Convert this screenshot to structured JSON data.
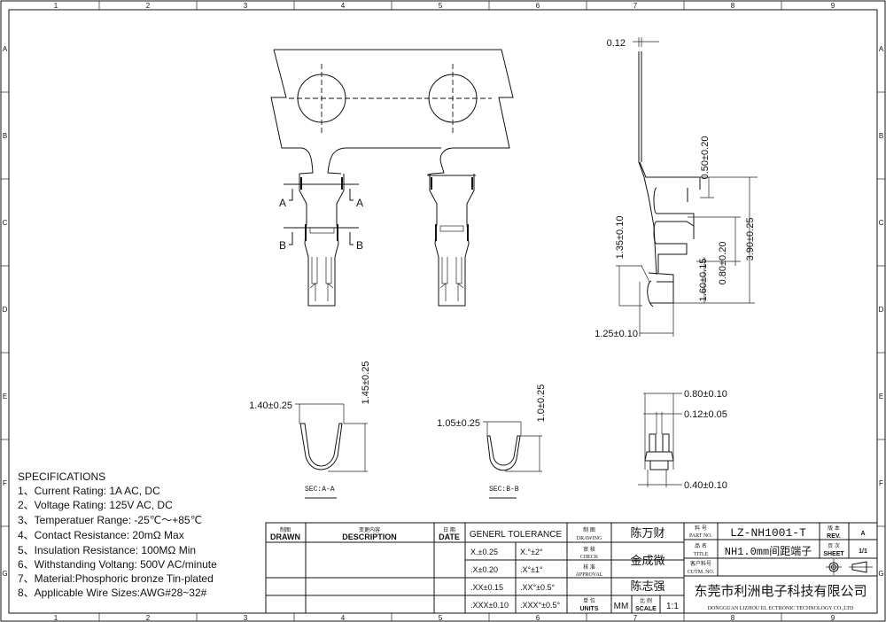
{
  "frame": {
    "columns": [
      "1",
      "2",
      "3",
      "4",
      "5",
      "6",
      "7",
      "8",
      "9"
    ],
    "rows": [
      "A",
      "B",
      "C",
      "D",
      "E",
      "F",
      "G"
    ]
  },
  "drawing": {
    "section_a_label": "A",
    "section_b_label": "B",
    "side_view": {
      "thickness": "0.12",
      "dim_050": "0.50±0.20",
      "dim_390": "3.90±0.25",
      "dim_135": "1.35±0.10",
      "dim_080": "0.80±0.20",
      "dim_160": "1.60±0.15",
      "dim_125": "1.25±0.10"
    },
    "section_aa": {
      "width": "1.40±0.25",
      "height": "1.45±0.25",
      "caption": "SEC:A-A"
    },
    "section_bb": {
      "width": "1.05±0.25",
      "height": "1.0±0.25",
      "caption": "SEC:B-B"
    },
    "end_view": {
      "dim_a": "0.80±0.10",
      "dim_b": "0.12±0.05",
      "dim_c": "0.40±0.10"
    }
  },
  "specifications": {
    "title": "SPECIFICATIONS",
    "items": [
      "1、Current Rating: 1A AC, DC",
      "2、Voltage Rating: 125V AC, DC",
      "3、Temperatuer Range: -25℃～+85℃",
      "4、Contact Resistance: 20mΩ Max",
      "5、Insulation Resistance: 100MΩ Min",
      "6、Withstanding Voltang: 500V AC/minute",
      "7、Material:Phosphoric bronze Tin-plated",
      "8、Applicable Wire Sizes:AWG#28~32#"
    ]
  },
  "title_block": {
    "drawn_cn": "制图",
    "drawn_en": "DRAWN",
    "desc_cn": "变更内容",
    "desc_en": "DESCRIPTION",
    "date_cn": "日 期",
    "date_en": "DATE",
    "tolerance_title": "GENERL  TOLERANCE",
    "tolerances": [
      [
        "X.±0.25",
        "X.°±2°"
      ],
      [
        ".X±0.20",
        ".X°±1°"
      ],
      [
        ".XX±0.15",
        ".XX°±0.5°"
      ],
      [
        ".XXX±0.10",
        ".XXX°±0.5°"
      ]
    ],
    "drawing_cn": "制 图",
    "drawing_en": "DRAWING",
    "drawing_name": "陈万财",
    "check_cn": "审 核",
    "check_en": "CHECK",
    "check_name": "金成微",
    "approval_cn": "核 准",
    "approval_en": "APPROVAL",
    "approval_name": "陈志强",
    "units_cn": "单 位",
    "units_en": "UNITS",
    "units_value": "MM",
    "scale_cn": "比 例",
    "scale_en": "SCALE",
    "scale_value": "1:1",
    "part_no_cn": "料 号",
    "part_no_en": "PART NO.",
    "part_no": "LZ-NH1001-T",
    "title_cn": "品 名",
    "title_en": "TITLE",
    "title_value": "NH1.0mm间距端子",
    "cutm_cn": "客户料号",
    "cutm_en": "CUTM. NO.",
    "rev_cn": "版 本",
    "rev_en": "REV.",
    "rev_value": "A",
    "sheet_cn": "页 次",
    "sheet_en": "SHEET",
    "sheet_value": "1/1",
    "company_cn": "东莞市利洲电子科技有限公司",
    "company_en": "DONGGUAN LIZHOU EL ECTRONIC TECHNOLOGY CO.,LTD"
  }
}
